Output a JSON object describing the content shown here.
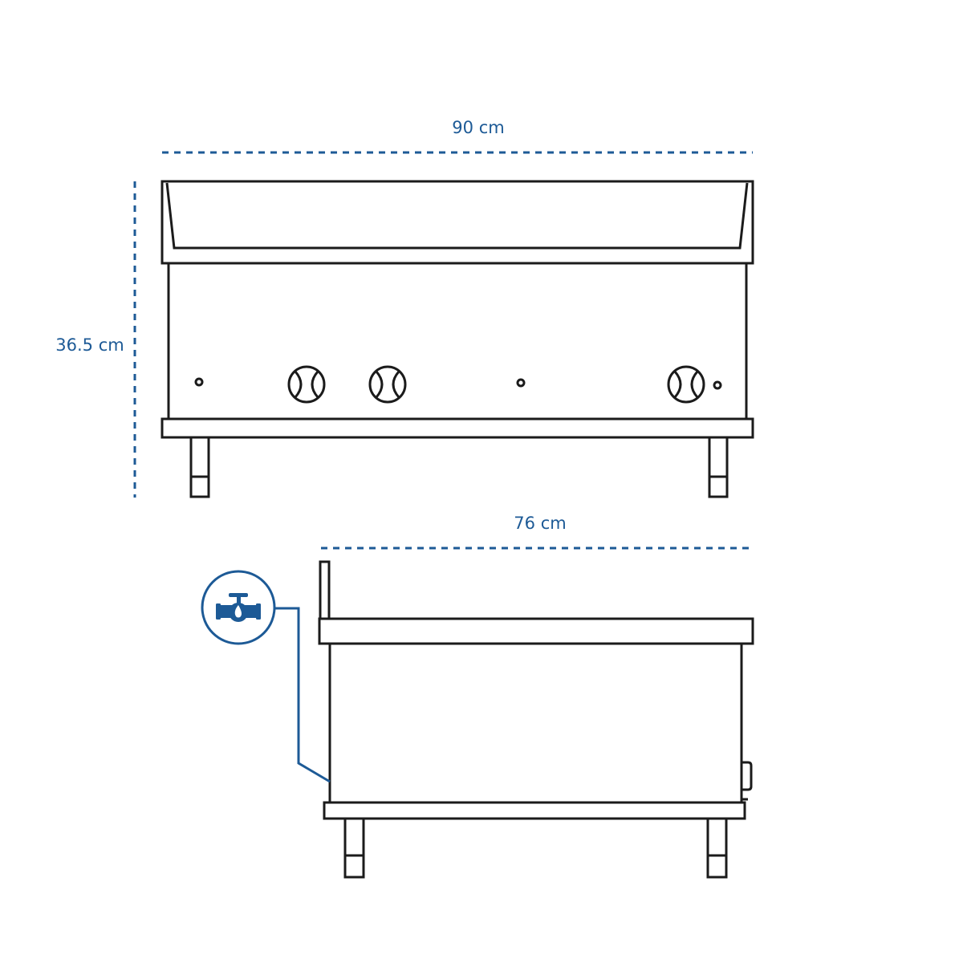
{
  "dimensions": {
    "width_label": "90 cm",
    "height_label": "36.5 cm",
    "depth_label": "76 cm"
  },
  "icons": {
    "gas_connection": "gas-valve-flame-icon"
  },
  "colors": {
    "outline": "#1b1b1b",
    "dimension": "#1d5a96",
    "background": "#ffffff"
  }
}
